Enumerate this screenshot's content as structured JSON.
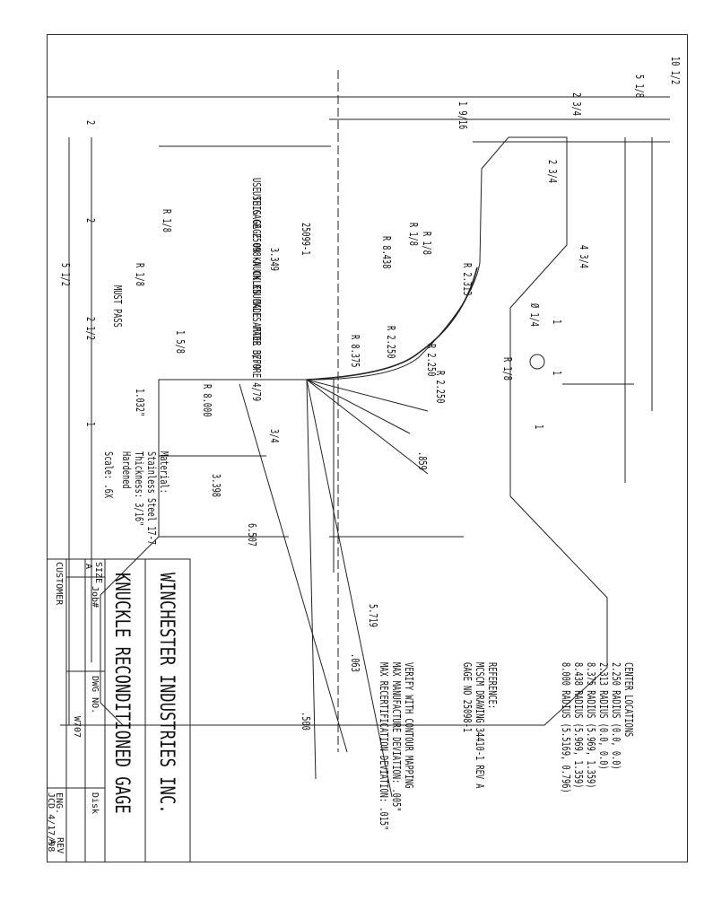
{
  "dimensions": {
    "overall_height": "10 1/2",
    "upper_5_8": "5 1/8",
    "upper_2_3_4": "2 3/4",
    "dim_1_9_16": "1 9/16",
    "dim_2_right": "2",
    "left_2_3_4": "2 3/4",
    "left_4_3_4": "4 3/4",
    "left_1a": "1",
    "left_1b": "1",
    "bottom_1": "1",
    "right_2": "2",
    "right_5_1_2": "5 1/2",
    "right_2_1_2": "2 1/2",
    "right_1": "1",
    "dim_3_349": "3.349",
    "dim_1_5_8": "1 5/8",
    "dim_1_032": "1.032\"",
    "dim_3_4": "3/4",
    "dim_859": ".859",
    "dim_3_398": "3.398",
    "dim_6_507": "6.507",
    "dim_5_719": "5.719",
    "dim_063": ".063",
    "dim_500": ".500"
  },
  "radii": {
    "r8438": "R 8.438",
    "r18_a": "R 1/8",
    "r18_b": "R 1/8",
    "r18_c": "R 1/8",
    "r18_d": "R 1/8",
    "r18_e": "R 1/8",
    "r2313": "R 2.313",
    "r2250_a": "R 2.250",
    "r2250_b": "R 2.250",
    "r2250_c": "R 2.250",
    "r8375": "R 8.375",
    "r8000": "R 8.000",
    "hole": "Ø 1/4"
  },
  "notes": {
    "use_after": "USE THIS GAGE ON KNUCKLES MADE AFTER 3/79",
    "use_before": "USE GAGE 25098-A ON KNUCKLES MADE BEFORE 4/79",
    "part_no": "25099-1",
    "must_pass": "MUST PASS",
    "material": [
      "Material:",
      "Stainless Steel 17-7",
      "Thickness: 3/16\"",
      "Hardened"
    ],
    "scale": "Scale: .6X",
    "center_locations": [
      "CENTER LOCATIONS",
      "2.250 RADIUS  (0.0, 0.0)",
      "2.313 RADIUS  (0.0, 0.0)",
      "8.375 RADIUS  (5.969, 1.359)",
      "8.438 RADIUS  (5.969, 1.359)",
      "8.000 RADIUS  (5.5169, 0.796)"
    ],
    "reference": [
      "REFERENCE:",
      "MCSCM DRAWING 34410-1 REV A",
      "GAGE NO 25098-1"
    ],
    "verify": [
      "VERIFY WITH CONTOUR MAPPING",
      "MAX MANUFACTURE DEVIATION: .005\"",
      "MAX RECERTIFICATION DEVIATION: .015\""
    ]
  },
  "title_block": {
    "company": "WINCHESTER INDUSTRIES INC.",
    "title": "KNUCKLE RECONDITIONED GAGE",
    "size_label": "SIZE",
    "size": "A",
    "job_label": "Job#",
    "dwg_label": "DWG NO.",
    "dwg_no": "W707",
    "disk_label": "Disk",
    "rev_label": "REV",
    "rev": "A",
    "customer_label": "CUSTOMER",
    "eng_label": "ENG.",
    "eng": "JCD  4/17/98"
  }
}
